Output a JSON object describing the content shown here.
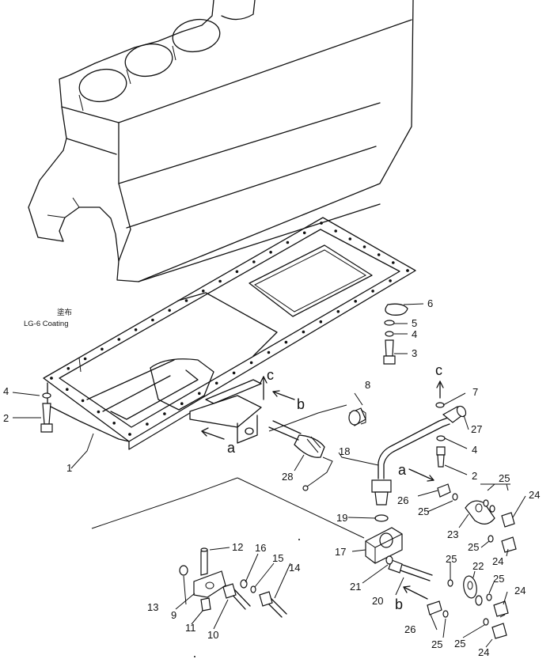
{
  "annotation": {
    "jp": "塗布",
    "en": "LG-6 Coating"
  },
  "part_labels": {
    "p1": "1",
    "p2a": "2",
    "p2b": "2",
    "p3": "3",
    "p4a": "4",
    "p4b": "4",
    "p4c": "4",
    "p5": "5",
    "p6": "6",
    "p7": "7",
    "p8": "8",
    "p9": "9",
    "p10": "10",
    "p11": "11",
    "p12": "12",
    "p13": "13",
    "p14": "14",
    "p15": "15",
    "p16": "16",
    "p17": "17",
    "p18": "18",
    "p19": "19",
    "p20": "20",
    "p21": "21",
    "p22": "22",
    "p23": "23",
    "p24a": "24",
    "p24b": "24",
    "p24c": "24",
    "p24d": "24",
    "p25a": "25",
    "p25b": "25",
    "p25c": "25",
    "p25d": "25",
    "p25e": "25",
    "p25f": "25",
    "p26a": "26",
    "p26b": "26",
    "p27": "27",
    "p28": "28"
  },
  "callouts": {
    "a1": "a",
    "a2": "a",
    "b1": "b",
    "b2": "b",
    "c1": "c",
    "c2": "c"
  }
}
